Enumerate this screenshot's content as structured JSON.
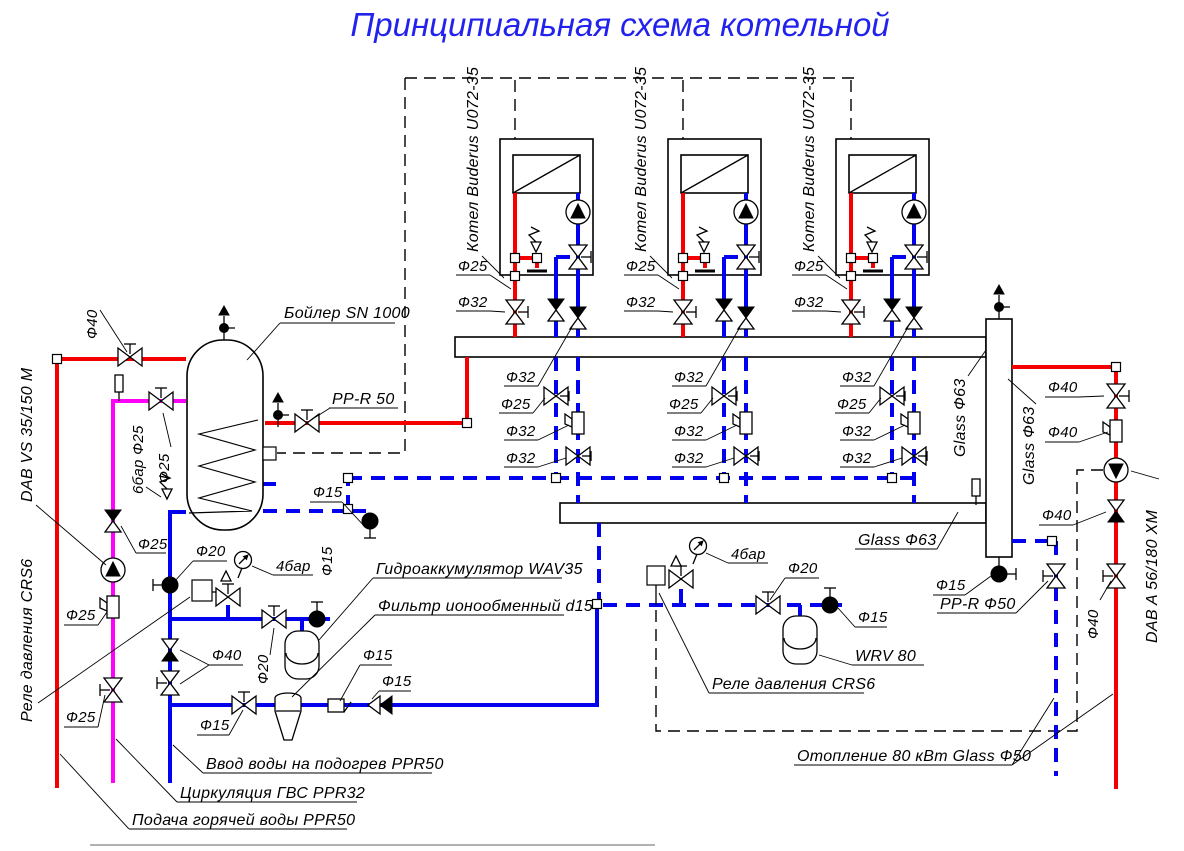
{
  "title": "Принципиальная схема котельной",
  "colors": {
    "hot_pipe": "#f50000",
    "cold_pipe": "#0202ee",
    "circulation_pipe": "#ff00fa",
    "title_text": "#2222ee",
    "line": "#000000"
  },
  "equipment": {
    "boiler_unit": "Котел Buderus U072-35",
    "storage_tank": "Бойлер SN 1000",
    "tank_supply_pipe": "PP-R 50",
    "hydro_accumulator": "Гидроаккумулятор WAV35",
    "ion_filter": "Фильтр ионообменный d15",
    "water_inlet": "Ввод воды на подогрев PPR50",
    "dhw_circulation": "Циркуляция ГВС PPR32",
    "dhw_supply": "Подача горячей воды PPR50",
    "pressure_switch": "Реле давления CRS6",
    "dhw_pump": "DAB VS 35/150 M",
    "heating_pump": "DAB A 56/180 XM",
    "expansion_tank": "WRV 80",
    "heating_output": "Отопление 80 кВт Glass Ф50",
    "separator_pipe": "Glass Ф63",
    "separator_drain": "PP-R Ф50",
    "safety_valve_setting": "6бар Ф25",
    "gauge_setting": "4бар"
  },
  "dims": {
    "d15": "Ф15",
    "d20": "Ф20",
    "d25": "Ф25",
    "d32": "Ф32",
    "d40": "Ф40"
  }
}
